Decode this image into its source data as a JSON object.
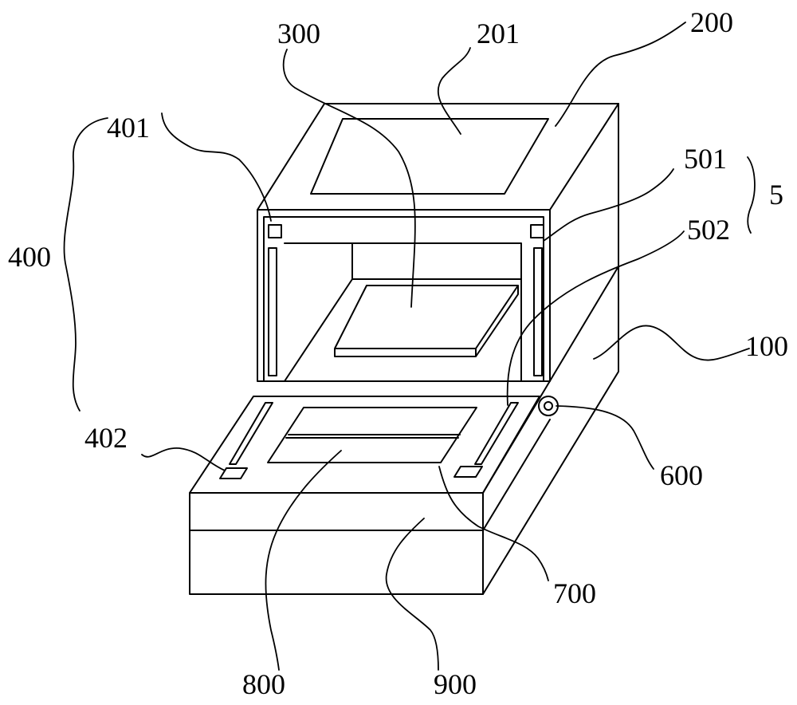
{
  "labels": {
    "l100": "100",
    "l200": "200",
    "l201": "201",
    "l300": "300",
    "l400": "400",
    "l401": "401",
    "l402": "402",
    "l5": "5",
    "l501": "501",
    "l502": "502",
    "l600": "600",
    "l700": "700",
    "l800": "800",
    "l900": "900"
  },
  "colors": {
    "line": "#000000",
    "background": "#ffffff"
  }
}
